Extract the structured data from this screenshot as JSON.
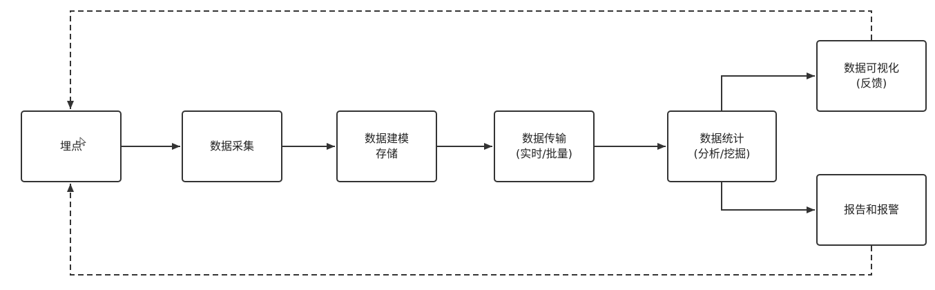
{
  "nodes": {
    "maidian": {
      "lines": [
        "埋点"
      ]
    },
    "collect": {
      "lines": [
        "数据采集"
      ]
    },
    "model": {
      "lines": [
        "数据建模",
        "存储"
      ]
    },
    "transfer": {
      "lines": [
        "数据传输",
        "(实时/批量)"
      ]
    },
    "stats": {
      "lines": [
        "数据统计",
        "(分析/挖掘)"
      ]
    },
    "visual": {
      "lines": [
        "数据可视化",
        "(反馈)"
      ]
    },
    "report": {
      "lines": [
        "报告和报警"
      ]
    }
  },
  "edges": [
    {
      "from": "maidian",
      "to": "collect",
      "style": "solid"
    },
    {
      "from": "collect",
      "to": "model",
      "style": "solid"
    },
    {
      "from": "model",
      "to": "transfer",
      "style": "solid"
    },
    {
      "from": "transfer",
      "to": "stats",
      "style": "solid"
    },
    {
      "from": "stats",
      "to": "visual",
      "style": "solid"
    },
    {
      "from": "stats",
      "to": "report",
      "style": "solid"
    },
    {
      "from": "visual",
      "to": "maidian",
      "style": "dashed"
    },
    {
      "from": "report",
      "to": "maidian",
      "style": "dashed"
    }
  ],
  "colors": {
    "line": "#333333",
    "node_border": "#333333",
    "node_fill": "#ffffff",
    "text": "#222222"
  }
}
